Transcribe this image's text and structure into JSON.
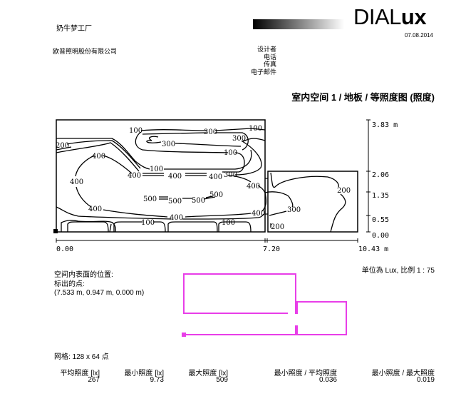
{
  "header": {
    "project": "奶牛梦工厂",
    "company": "欧普照明股份有限公司",
    "logo_light": "DIAL",
    "logo_bold": "ux",
    "date": "07.08.2014",
    "contact_labels": [
      "设计者",
      "电话",
      "传真",
      "电子邮件"
    ]
  },
  "page_title": "室内空间 1 / 地板 / 等照度图 (照度)",
  "plot": {
    "x_ticks": [
      "0.00",
      "7.20",
      "10.43 m"
    ],
    "y_ticks": [
      "3.83 m",
      "2.06",
      "1.35",
      "0.55",
      "0.00"
    ],
    "contour_labels": [
      "100",
      "300",
      "100",
      "300",
      "200",
      "300",
      "100",
      "400",
      "100",
      "400",
      "400",
      "400",
      "300",
      "400",
      "400",
      "200",
      "500",
      "500",
      "500",
      "500",
      "400",
      "300",
      "400",
      "400",
      "100",
      "100",
      "200"
    ],
    "unit_scale": "单位為 Lux, 比例 1 : 75"
  },
  "position": {
    "label": "空间内表面的位置:",
    "marked_point": "标出的点:",
    "coords": "(7.533 m, 0.947 m, 0.000 m)",
    "outline_color": "#e83ee8"
  },
  "grid": "网格: 128 x 64 点",
  "stats": {
    "headers": [
      "平均照度 [lx]",
      "最小照度 [lx]",
      "最大照度 [lx]",
      "最小照度 / 平均照度",
      "最小照度 / 最大照度"
    ],
    "values": [
      "267",
      "9.73",
      "509",
      "0.036",
      "0.019"
    ]
  }
}
